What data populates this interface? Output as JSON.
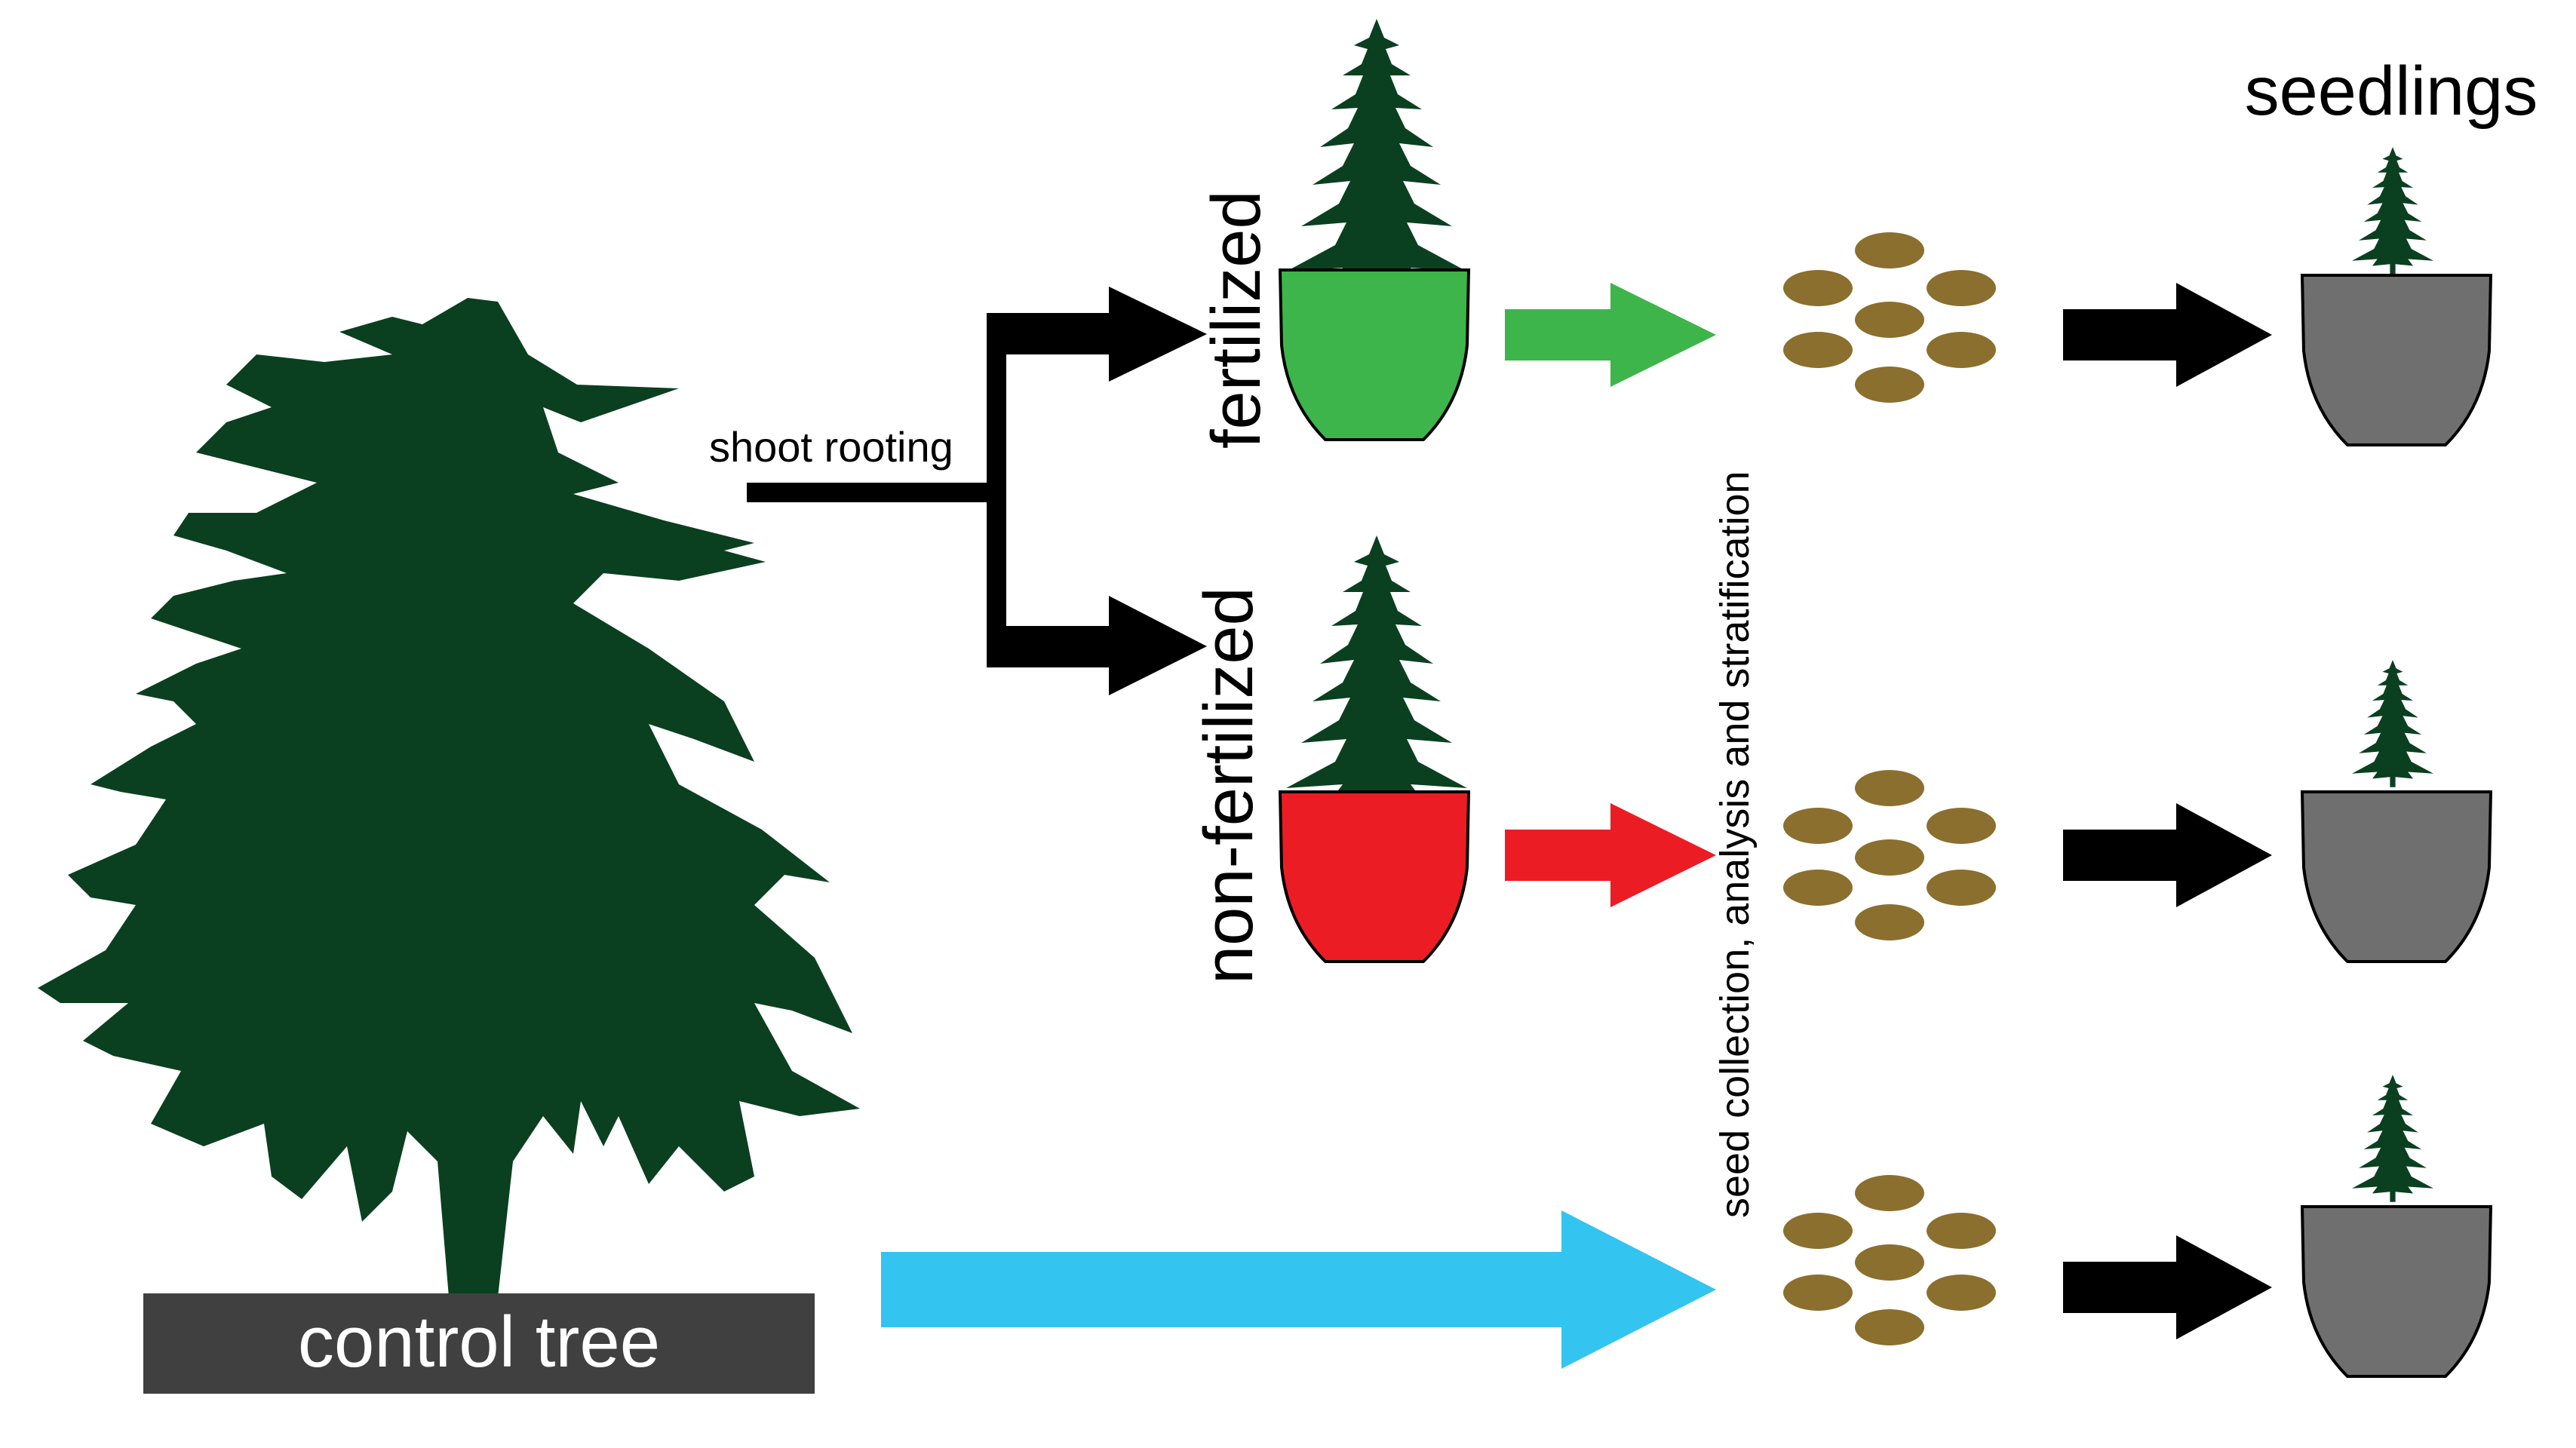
{
  "labels": {
    "control_tree": "control tree",
    "shoot_rooting": "shoot rooting",
    "fertilized": "fertilized",
    "non_fertilized": "non-fertilized",
    "seed_process": "seed collection, analysis and stratification",
    "seedlings": "seedlings"
  },
  "colors": {
    "tree": "#0a4020",
    "pot_fertilized": "#3db54a",
    "pot_non_fertilized": "#ec1c24",
    "pot_seedling": "#6f6f6f",
    "seed": "#8b6f2e",
    "arrow_green": "#3db54a",
    "arrow_red": "#ec1c24",
    "arrow_blue": "#33c4f0",
    "arrow_black": "#000000",
    "label_box": "#404040",
    "label_text": "#ffffff"
  }
}
